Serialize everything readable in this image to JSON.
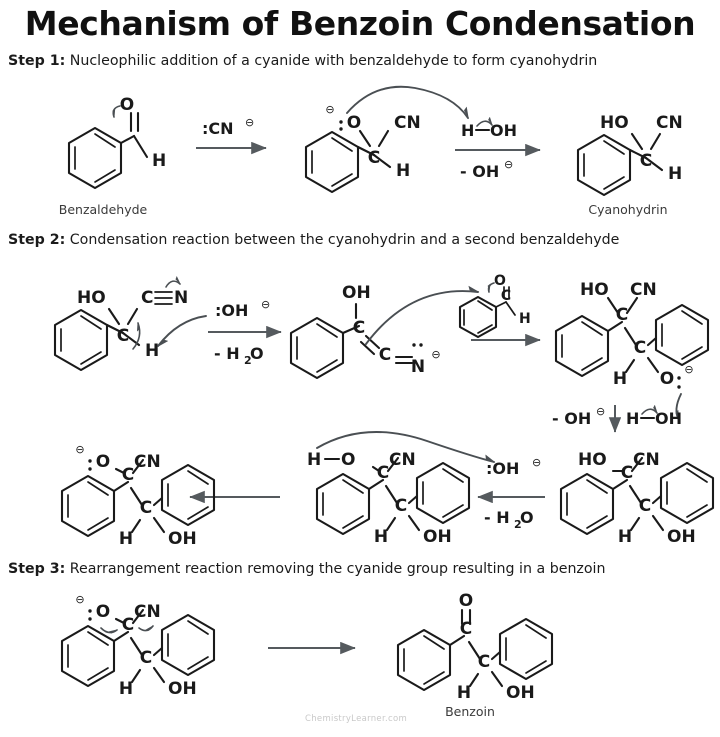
{
  "title": "Mechanism of Benzoin Condensation",
  "watermark": "ChemistryLearner.com",
  "steps": [
    {
      "label": "Step 1:",
      "text": " Nucleophilic addition of a cyanide with benzaldehyde to form cyanohydrin"
    },
    {
      "label": "Step 2:",
      "text": " Condensation reaction between the cyanohydrin and a second benzaldehyde"
    },
    {
      "label": "Step 3:",
      "text": " Rearrangement reaction removing the cyanide group resulting in a benzoin"
    }
  ],
  "captions": {
    "benzaldehyde": "Benzaldehyde",
    "cyanohydrin": "Cyanohydrin",
    "benzoin": "Benzoin"
  },
  "reagents": {
    "cyanide": ":CN",
    "cyanide_charge": "⊖",
    "water_h": "H",
    "water_oh": "OH",
    "minus_hydroxide": "- OH",
    "minus_hydroxide_charge": "⊖",
    "hydroxide": ":OH",
    "hydroxide_charge": "⊖",
    "minus_water": "- H",
    "minus_water_sub": "2",
    "minus_water_o": "O"
  },
  "atoms": {
    "O": "O",
    "C": "C",
    "H": "H",
    "N": "N",
    "CN": "CN",
    "HO": "HO",
    "OH": "OH",
    "minus": "⊖"
  },
  "structures": [
    {
      "id": "benzaldehyde",
      "name": "benzaldehyde-structure",
      "labels": [
        "O",
        "H"
      ],
      "caption": "Benzaldehyde"
    },
    {
      "id": "cyanohydrin-alkoxide",
      "name": "cyanohydrin-alkoxide-intermediate",
      "labels": [
        "⊖",
        ":O",
        "CN",
        "C",
        "H"
      ]
    },
    {
      "id": "cyanohydrin",
      "name": "cyanohydrin-structure",
      "labels": [
        "HO",
        "CN",
        "C",
        "H"
      ],
      "caption": "Cyanohydrin"
    },
    {
      "id": "cyanohydrin-deprotonation",
      "name": "cyanohydrin-deprotonation-structure",
      "labels": [
        "HO",
        "C",
        "N",
        "C",
        "H"
      ]
    },
    {
      "id": "carbanion",
      "name": "carbanion-intermediate",
      "labels": [
        "OH",
        "C",
        "C",
        "N",
        "⊖"
      ]
    },
    {
      "id": "benzaldehyde-second",
      "name": "second-benzaldehyde-structure",
      "labels": [
        "O",
        "C",
        "H"
      ]
    },
    {
      "id": "alkoxide-adduct",
      "name": "alkoxide-adduct-structure",
      "labels": [
        "HO",
        "CN",
        "C",
        "C",
        "H",
        "O",
        "⊖"
      ]
    },
    {
      "id": "diol-nitrile",
      "name": "diol-nitrile-structure",
      "labels": [
        "HO",
        "CN",
        "C",
        "C",
        "H",
        "OH"
      ]
    },
    {
      "id": "protonated-diol",
      "name": "protonated-diol-structure",
      "labels": [
        "H",
        "O",
        "CN",
        "C",
        "C",
        "H",
        "OH"
      ]
    },
    {
      "id": "alkoxide-nitrile",
      "name": "alkoxide-nitrile-structure",
      "labels": [
        "⊖",
        ":O",
        "CN",
        "C",
        "C",
        "H",
        "OH"
      ]
    },
    {
      "id": "rearrangement-substrate",
      "name": "rearrangement-substrate-structure",
      "labels": [
        "⊖",
        ":O",
        "CN",
        "C",
        "C",
        "H",
        "OH"
      ]
    },
    {
      "id": "benzoin",
      "name": "benzoin-structure",
      "labels": [
        "O",
        "C",
        "C",
        "H",
        "OH"
      ],
      "caption": "Benzoin"
    }
  ]
}
